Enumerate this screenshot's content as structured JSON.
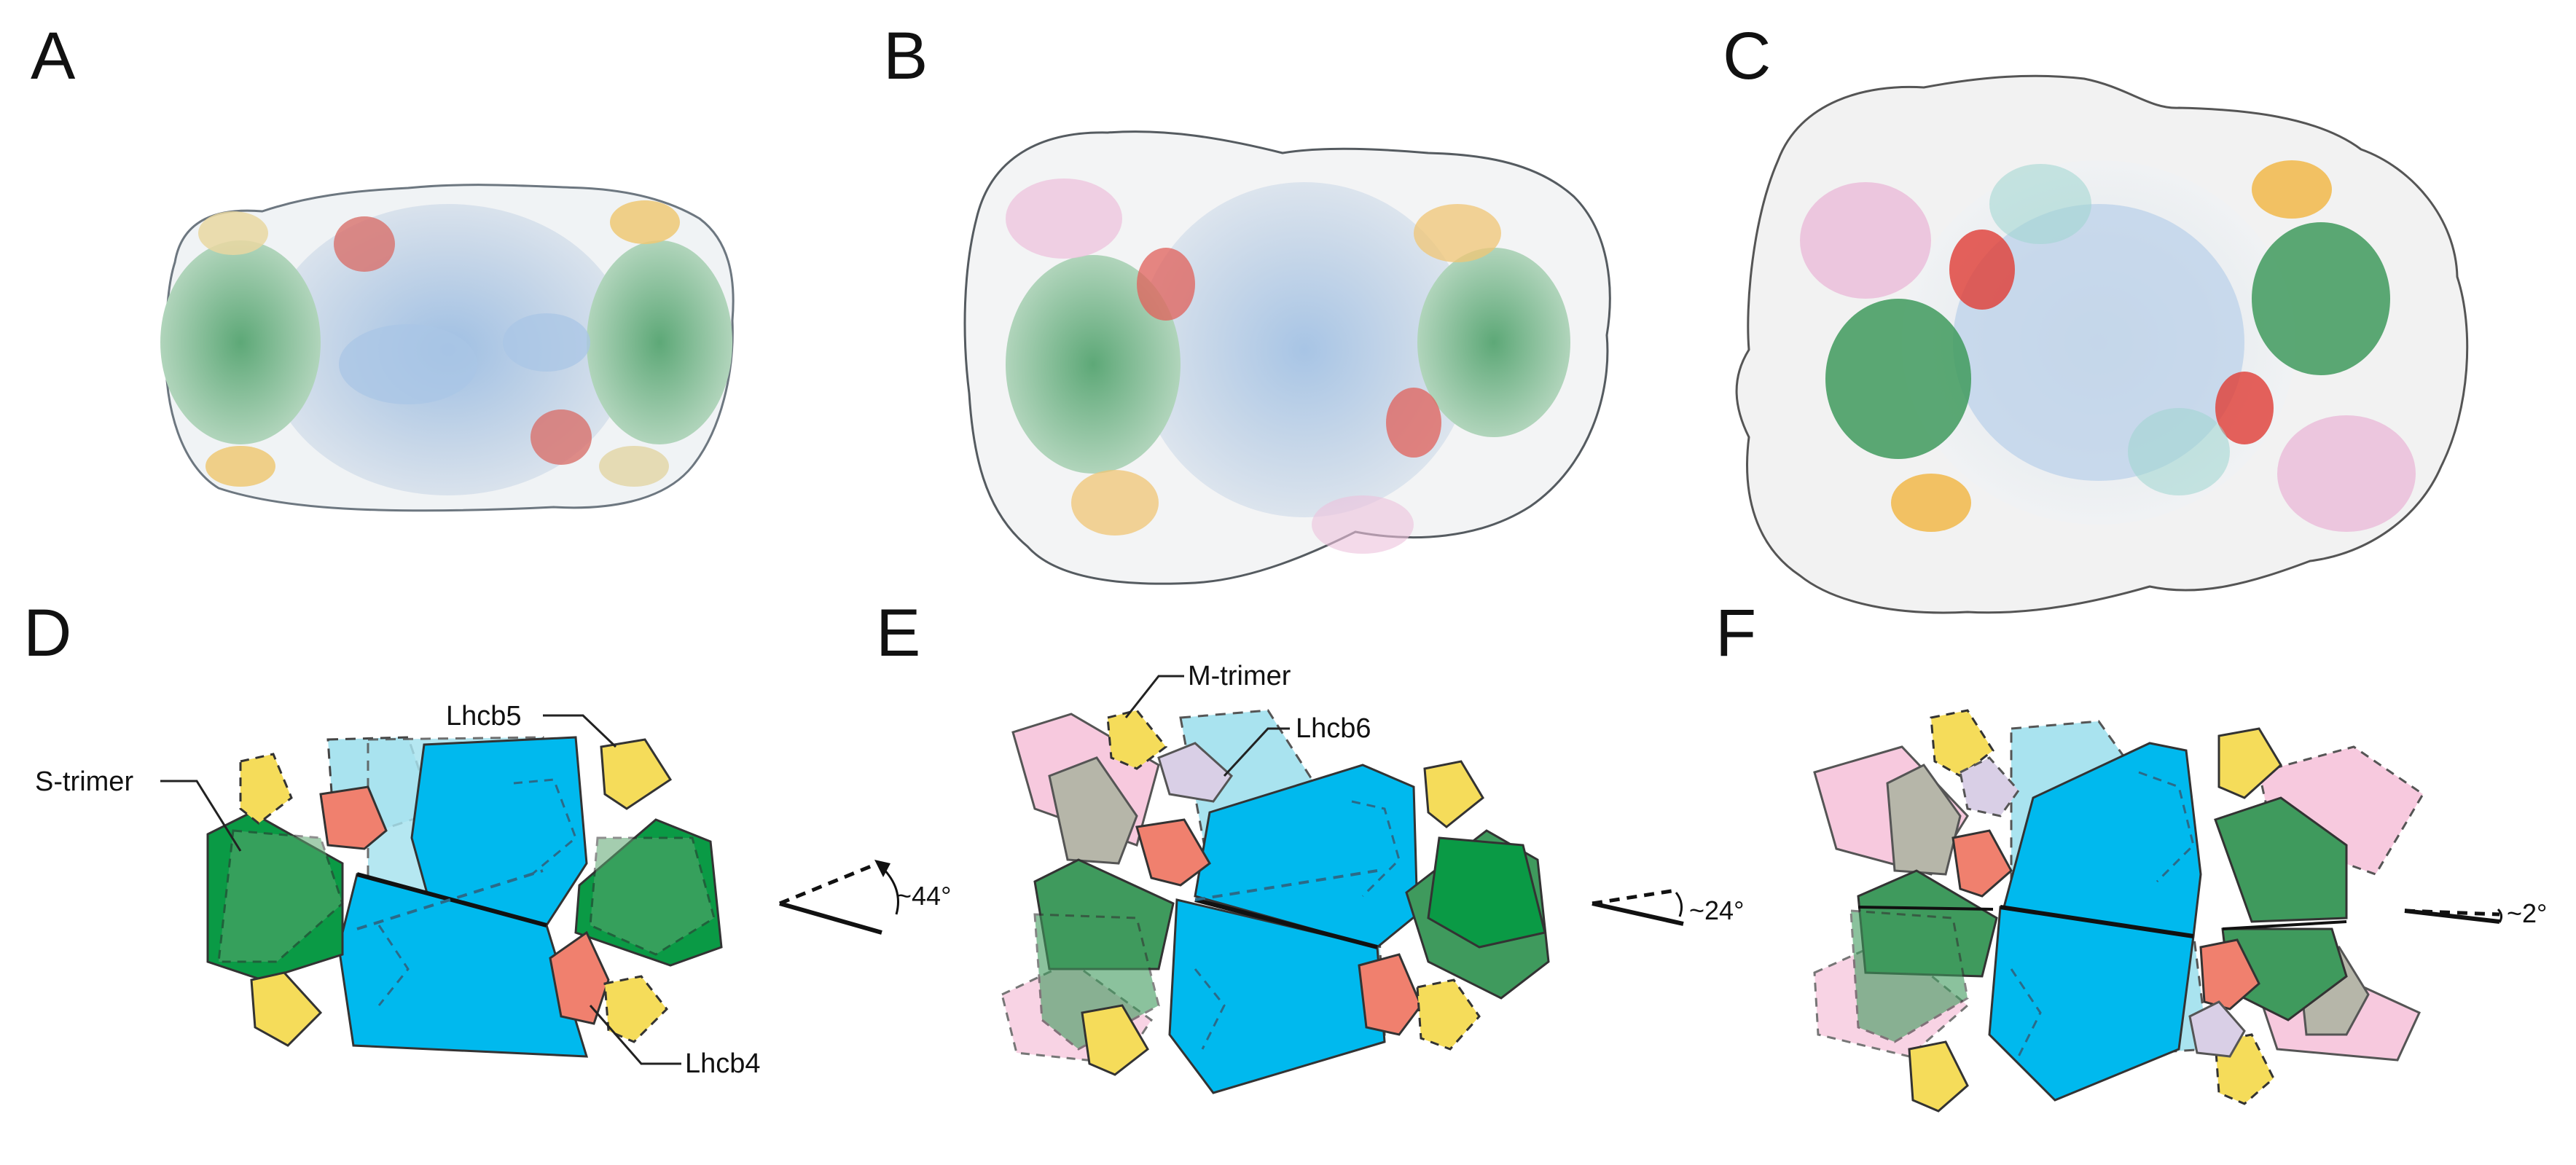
{
  "panels": {
    "a": "A",
    "b": "B",
    "c": "C",
    "d": "D",
    "e": "E",
    "f": "F"
  },
  "labels": {
    "s_trimer": "S-trimer",
    "lhcb5": "Lhcb5",
    "lhcb4": "Lhcb4",
    "m_trimer": "M-trimer",
    "lhcb6": "Lhcb6"
  },
  "angles": {
    "d": "~44°",
    "e": "~24°",
    "f": "~2°"
  },
  "colors": {
    "core": "#00b9ee",
    "core_light": "#a9e3ef",
    "s_trimer": "#0a9a45",
    "m_trimer": "#f7c9de",
    "lhcb4": "#f0806e",
    "lhcb5": "#f5dc5a",
    "lhcb6": "#d9cfe6",
    "density": "#e9ecee"
  }
}
